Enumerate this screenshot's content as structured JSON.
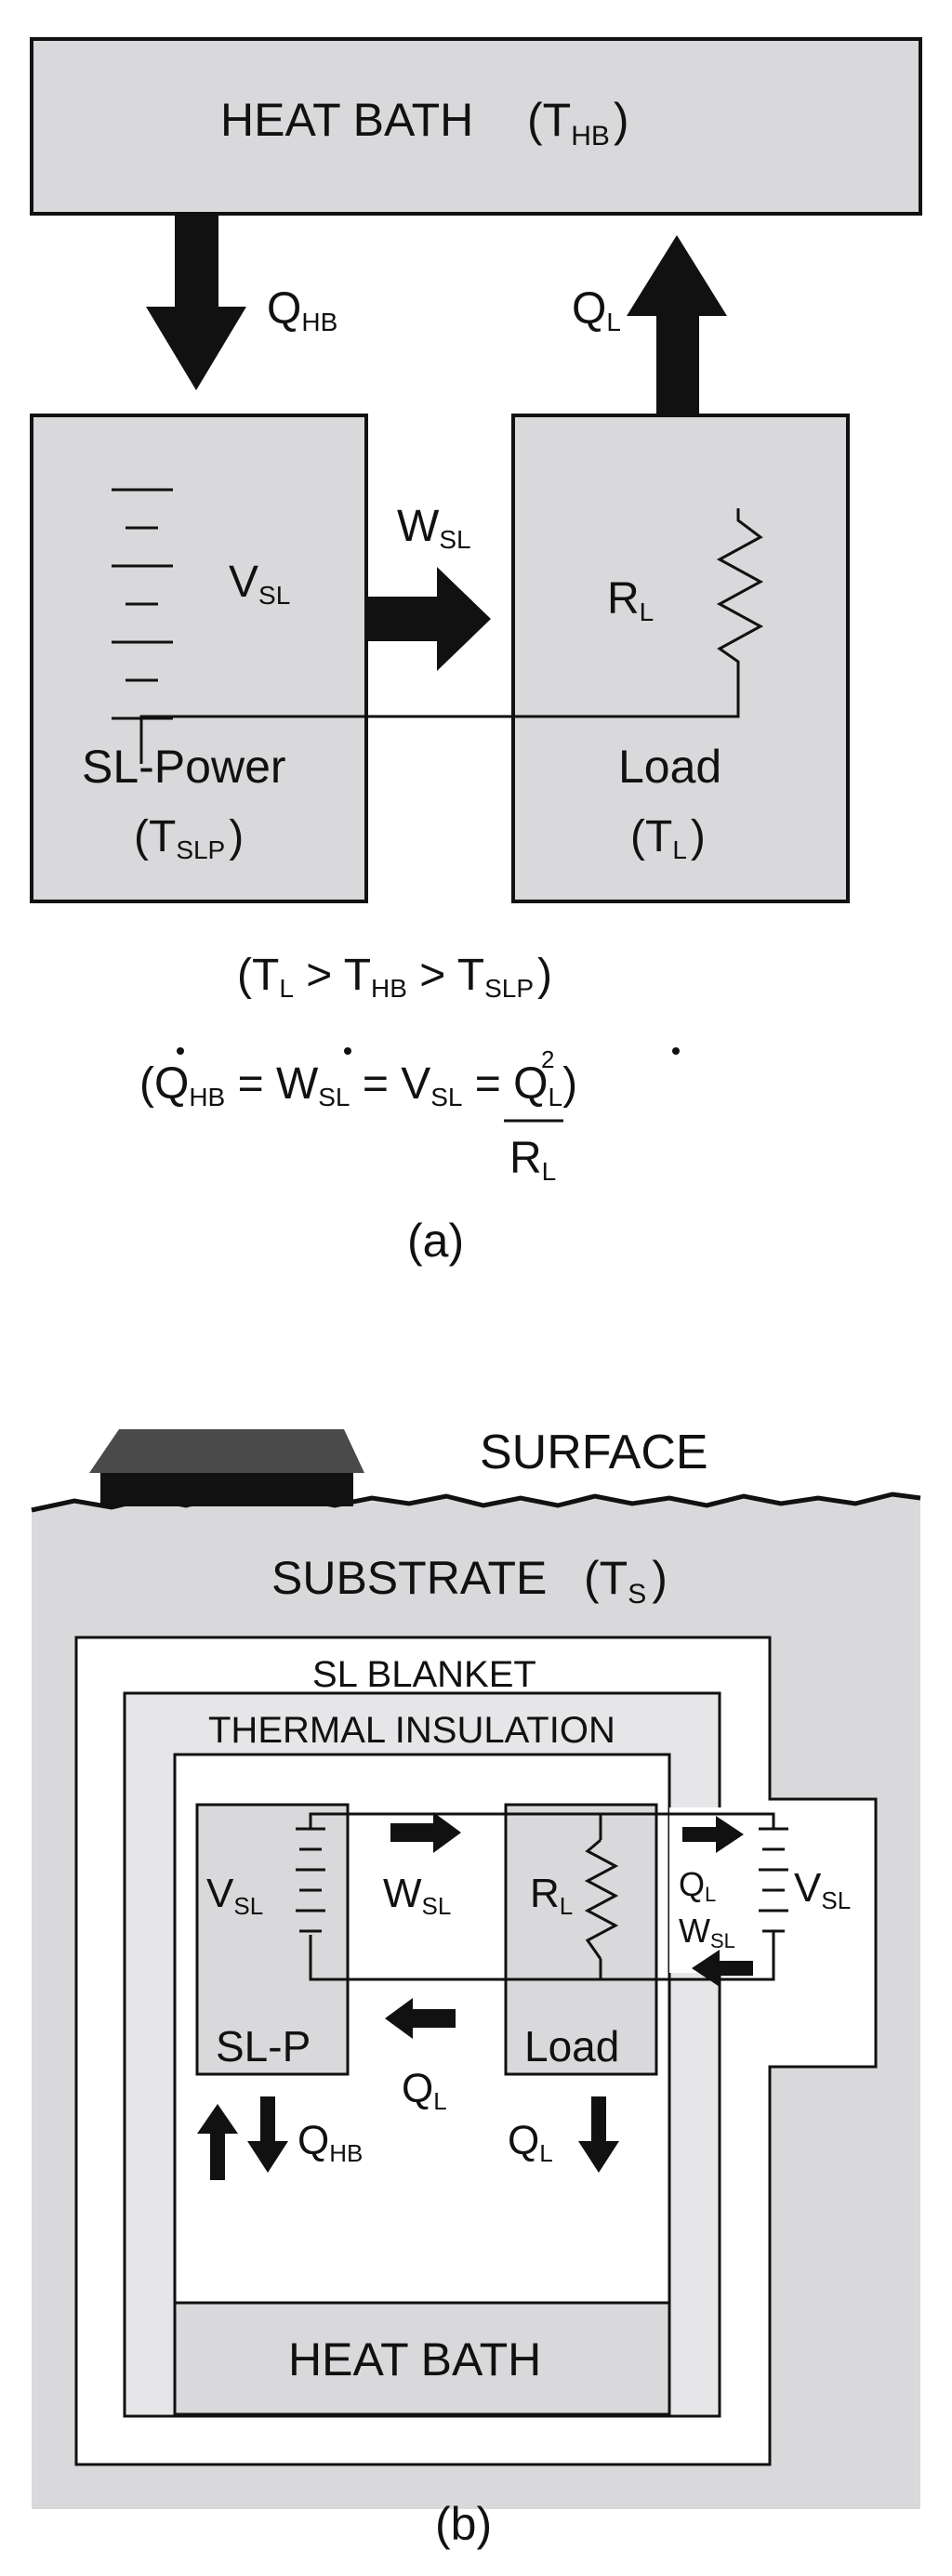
{
  "colors": {
    "box_fill": "#d9d9db",
    "blanket_fill": "#e6e6e8",
    "stroke": "#111111",
    "house": "#4a4a4a"
  },
  "panel_a": {
    "heat_bath_label": "HEAT BATH",
    "heat_bath_temp": "(T",
    "heat_bath_temp_sub": "HB",
    "heat_bath_temp_close": ")",
    "q_hb": "Q",
    "q_hb_sub": "HB",
    "q_l": "Q",
    "q_l_sub": "L",
    "w_sl": "W",
    "w_sl_sub": "SL",
    "v_sl": "V",
    "v_sl_sub": "SL",
    "r_l": "R",
    "r_l_sub": "L",
    "slp_label": "SL-Power",
    "slp_temp": "(T",
    "slp_temp_sub": "SLP",
    "slp_temp_close": ")",
    "load_label": "Load",
    "load_temp": "(T",
    "load_temp_sub": "L",
    "load_temp_close": ")",
    "ineq": {
      "open": "(T",
      "s1": "L",
      "gt1": " > T",
      "s2": "HB",
      "gt2": " > T",
      "s3": "SLP",
      "close": ")"
    },
    "eq": {
      "open": "(",
      "q": "Q",
      "q_sub": "HB",
      "eq1": " = ",
      "w": "W",
      "w_sub": "SL",
      "eq2": " = ",
      "v": "V",
      "v_sup": "2",
      "v_sub": "SL",
      "eq3": " = ",
      "ql": "Q",
      "ql_sub": "L",
      "close": ")",
      "den": "R",
      "den_sub": "L"
    },
    "caption": "(a)"
  },
  "panel_b": {
    "surface": "SURFACE",
    "substrate": "SUBSTRATE",
    "substrate_temp": "(T",
    "substrate_temp_sub": "S",
    "substrate_temp_close": ")",
    "blanket": "SL BLANKET",
    "insulation": "THERMAL INSULATION",
    "v_sl": "V",
    "v_sl_sub": "SL",
    "w_sl": "W",
    "w_sl_sub": "SL",
    "r_l": "R",
    "r_l_sub": "L",
    "slp": "SL-P",
    "load": "Load",
    "q_l_mid": "Q",
    "q_l_mid_sub": "L",
    "q_hb": "Q",
    "q_hb_sub": "HB",
    "q_l_bottom": "Q",
    "q_l_bottom_sub": "L",
    "q_l_right": "Q",
    "q_l_right_sub": "L",
    "w_sl_right": "W",
    "w_sl_right_sub": "SL",
    "v_sl_right": "V",
    "v_sl_right_sub": "SL",
    "heat_bath": "HEAT BATH",
    "caption": "(b)"
  }
}
